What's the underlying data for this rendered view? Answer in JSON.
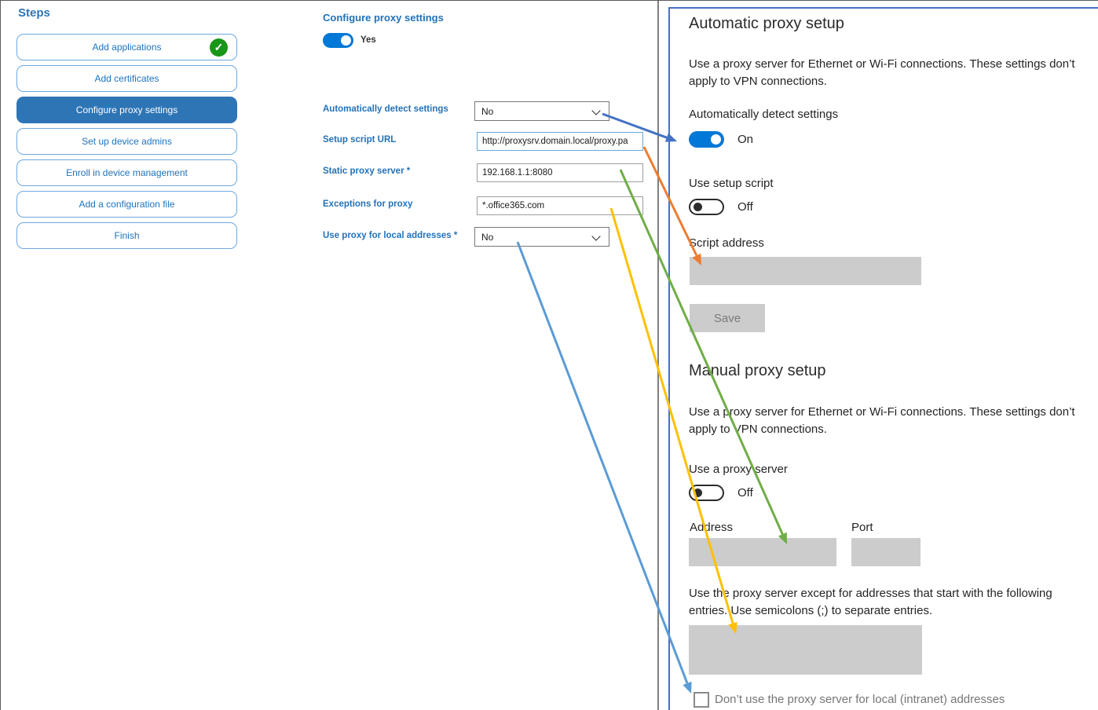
{
  "sidebar": {
    "title": "Steps",
    "steps": [
      {
        "label": "Add applications",
        "state": "completed"
      },
      {
        "label": "Add certificates",
        "state": "default"
      },
      {
        "label": "Configure proxy settings",
        "state": "active"
      },
      {
        "label": "Set up device admins",
        "state": "default"
      },
      {
        "label": "Enroll in device management",
        "state": "default"
      },
      {
        "label": "Add a configuration file",
        "state": "default"
      },
      {
        "label": "Finish",
        "state": "default"
      }
    ]
  },
  "form": {
    "title": "Configure proxy settings",
    "toggle": {
      "label": "Yes",
      "state": "on"
    },
    "fields": [
      {
        "label": "Automatically detect settings",
        "type": "dropdown",
        "value": "No"
      },
      {
        "label": "Setup script URL",
        "type": "text",
        "value": "http://proxysrv.domain.local/proxy.pa"
      },
      {
        "label": "Static proxy server *",
        "type": "text",
        "value": "192.168.1.1:8080"
      },
      {
        "label": "Exceptions for proxy",
        "type": "text",
        "value": "*.office365.com"
      },
      {
        "label": "Use proxy for local addresses *",
        "type": "dropdown",
        "value": "No"
      }
    ]
  },
  "settings_panel": {
    "automatic": {
      "title": "Automatic proxy setup",
      "description": "Use a proxy server for Ethernet or Wi-Fi connections. These settings don’t apply to VPN connections.",
      "auto_detect_label": "Automatically detect settings",
      "auto_detect_state": "On",
      "use_setup_script_label": "Use setup script",
      "use_setup_script_state": "Off",
      "script_address_label": "Script address",
      "save_button": "Save"
    },
    "manual": {
      "title": "Manual proxy setup",
      "description": "Use a proxy server for Ethernet or Wi-Fi connections. These settings don’t apply to VPN connections.",
      "use_proxy_label": "Use a proxy server",
      "use_proxy_state": "Off",
      "address_label": "Address",
      "port_label": "Port",
      "exceptions_description": "Use the proxy server except for addresses that start with the following entries. Use semicolons (;) to separate entries.",
      "local_checkbox_label": "Don’t use the proxy server for local (intranet) addresses",
      "checkbox_checked": false
    }
  },
  "arrows": [
    {
      "name": "arrow-auto-detect-mapping",
      "color": "#4472C4"
    },
    {
      "name": "arrow-setup-script-mapping",
      "color": "#ED7D31"
    },
    {
      "name": "arrow-static-proxy-mapping",
      "color": "#70AD47"
    },
    {
      "name": "arrow-exceptions-mapping",
      "color": "#FFC000"
    },
    {
      "name": "arrow-local-addresses-mapping",
      "color": "#5B9BD5"
    }
  ],
  "colors": {
    "sidebar_active": "#2E75B6",
    "sidebar_border": "#6FA8DC",
    "sidebar_text": "#1E73BE",
    "completed_badge": "#189618",
    "form_label": "#2272B9",
    "toggle_on": "#0078D7",
    "panel_border": "#4472C4",
    "disabled_field_gray": "#CCCCCC",
    "divider_gray": "#7F7F7F"
  }
}
